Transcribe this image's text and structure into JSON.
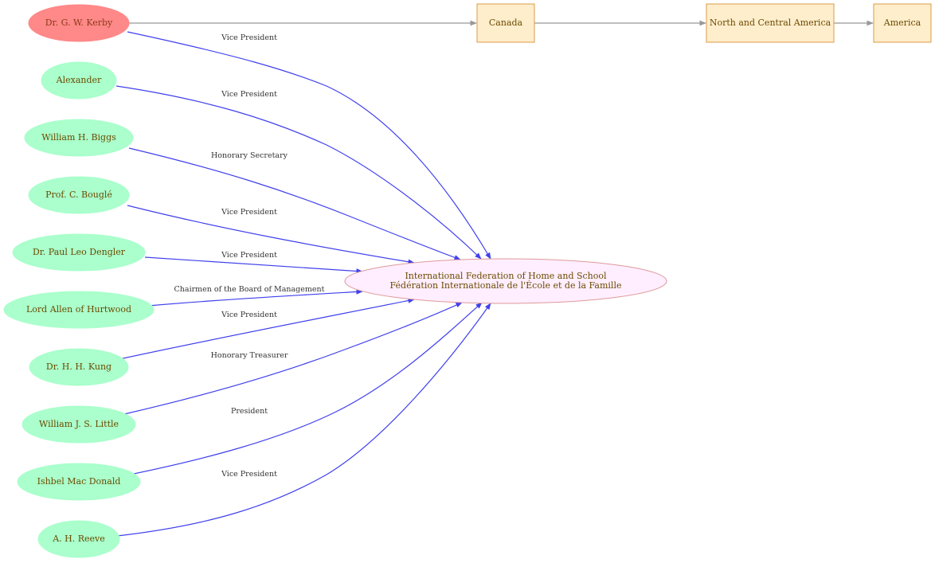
{
  "colors": {
    "person_fill": "#aaffcc",
    "highlight_fill": "#ff8888",
    "highlight_text": "#8b3a1a",
    "org_fill": "#ffeeff",
    "org_stroke": "#dd9999",
    "place_fill": "#ffeecc",
    "place_stroke": "#dd9944",
    "node_text": "#6b4a00",
    "edge_blue": "#4040ee",
    "edge_gray": "#999999"
  },
  "nodes": {
    "kerby": "Dr. G. W. Kerby",
    "alexander": "Alexander",
    "biggs": "William H. Biggs",
    "bougle": "Prof. C. Bouglé",
    "dengler": "Dr. Paul Leo Dengler",
    "allen": "Lord  Allen of Hurtwood",
    "kung": "Dr. H. H. Kung",
    "little": "William J. S. Little",
    "macdonald": "Ishbel  Mac Donald",
    "reeve": "A. H. Reeve",
    "org_line1": "International Federation of Home and School",
    "org_line2": "Fédération Internationale de l'École et de la Famille",
    "canada": "Canada",
    "nca": "North and Central America",
    "america": "America"
  },
  "edges": {
    "kerby": "Vice President",
    "alexander": "Vice President",
    "biggs": "Honorary Secretary",
    "bougle": "Vice President",
    "dengler": "Vice President",
    "allen": "Chairmen of the Board of Management",
    "kung": "Vice President",
    "little": "Honorary Treasurer",
    "macdonald": "President",
    "reeve": "Vice President"
  }
}
